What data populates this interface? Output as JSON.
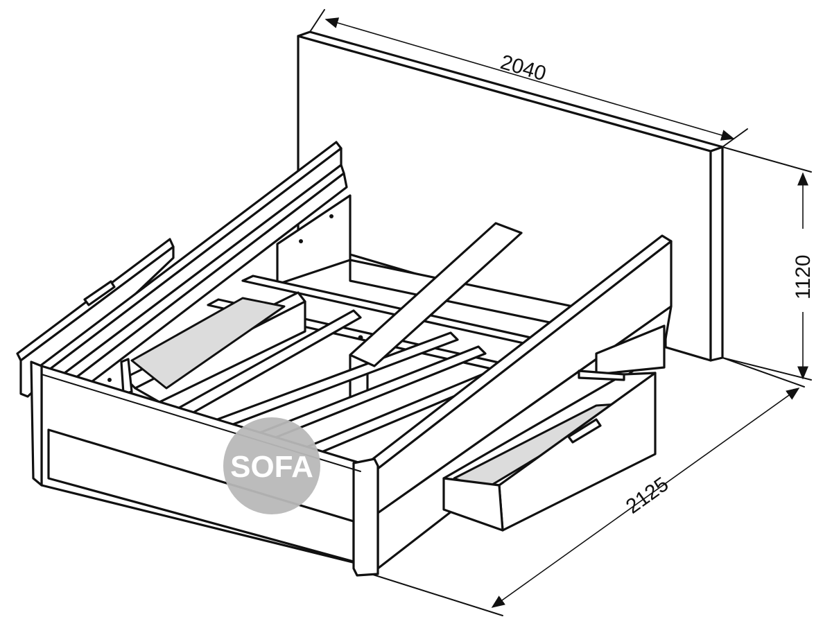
{
  "dimensions": {
    "width": "2040",
    "height": "1120",
    "length": "2125"
  },
  "watermark": {
    "text": "SOFA",
    "color": "#b8b8b8"
  }
}
